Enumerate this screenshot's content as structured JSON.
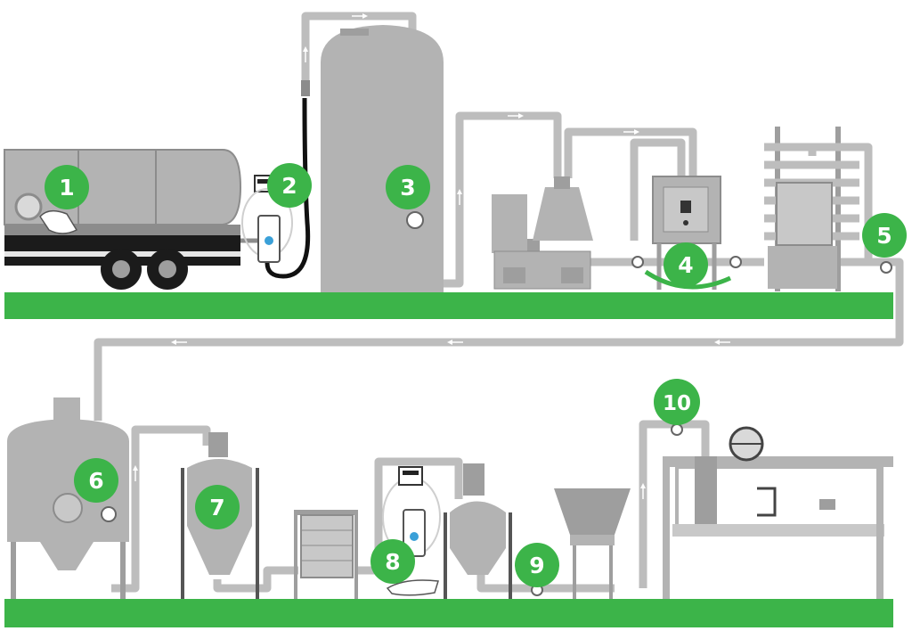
{
  "colors": {
    "ground": "#3cb449",
    "equipment": "#b3b3b3",
    "equipment_dark": "#8c8c8c",
    "pipe": "#bdbdbd",
    "hose": "#111111",
    "badge": "#3cb449",
    "badge_text": "#ffffff"
  },
  "steps": [
    {
      "number": "1",
      "equipment": "milk-tanker-truck"
    },
    {
      "number": "2",
      "equipment": "sampling-device"
    },
    {
      "number": "3",
      "equipment": "storage-silo"
    },
    {
      "number": "4",
      "equipment": "control-unit"
    },
    {
      "number": "5",
      "equipment": "coil-heat-exchanger"
    },
    {
      "number": "6",
      "equipment": "process-tank"
    },
    {
      "number": "7",
      "equipment": "conical-vessel"
    },
    {
      "number": "8",
      "equipment": "sampling-device"
    },
    {
      "number": "9",
      "equipment": "sample-valve"
    },
    {
      "number": "10",
      "equipment": "sample-valve"
    }
  ],
  "icons": [
    "hand-icon",
    "smartphone-icon",
    "sample-valve-icon",
    "pressure-gauge-icon",
    "flow-arrow-icon"
  ]
}
